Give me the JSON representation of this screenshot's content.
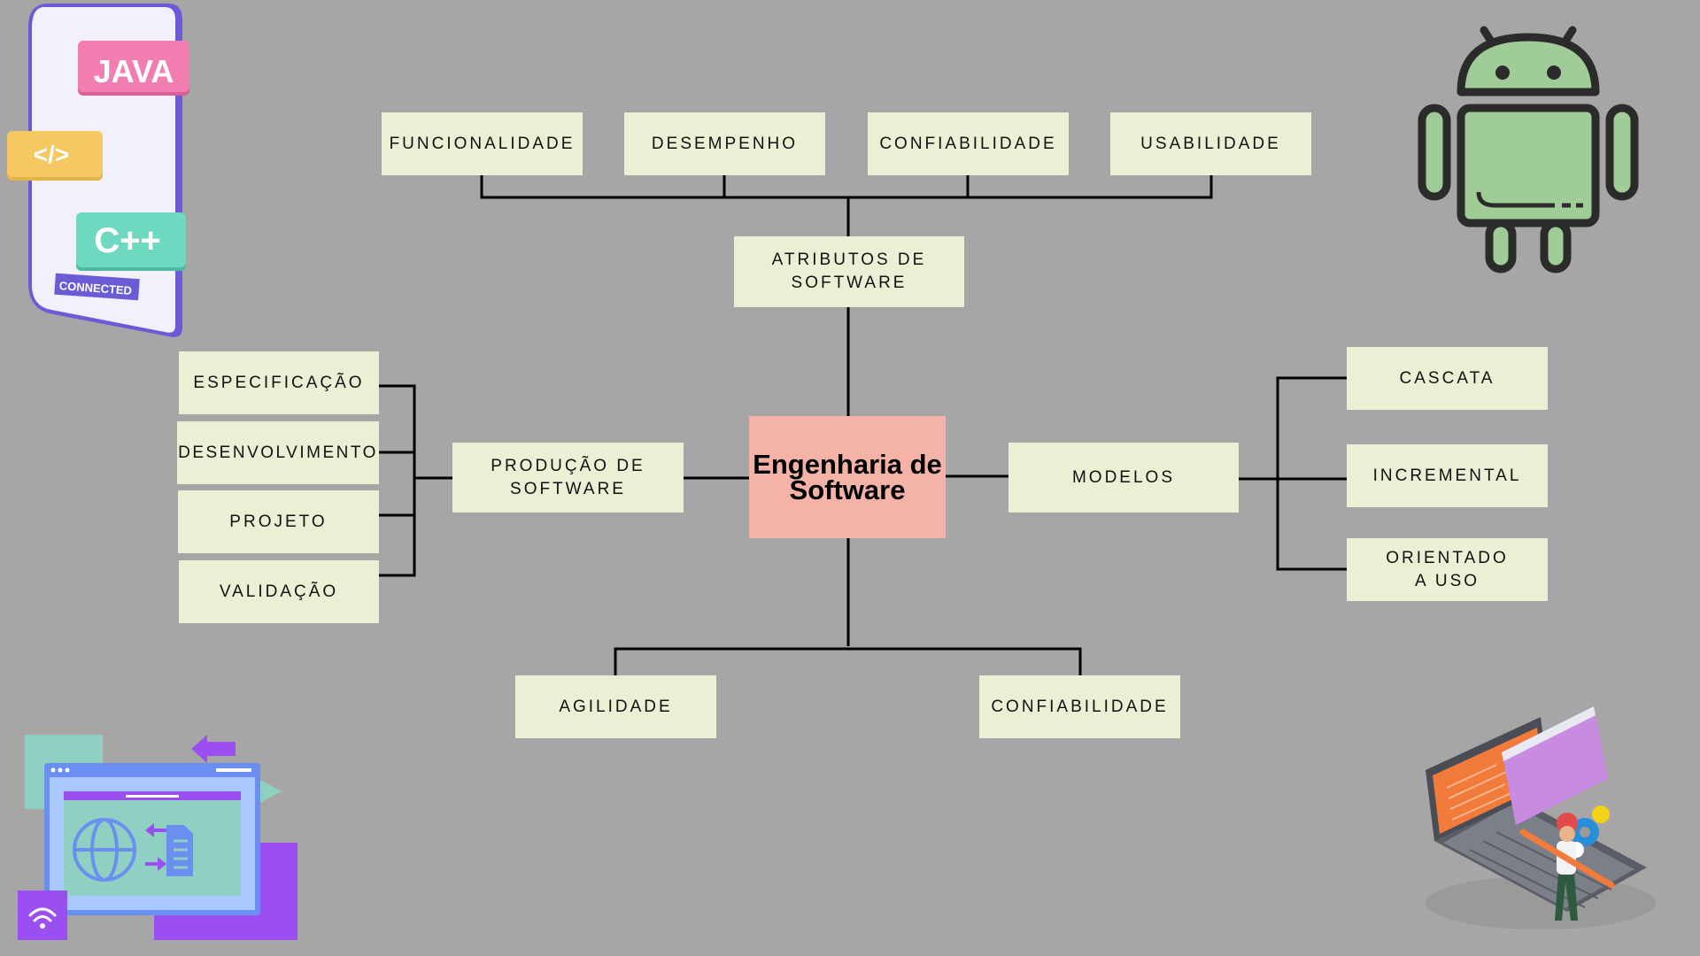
{
  "center": "Engenharia de Software",
  "atributos": {
    "title": "ATRIBUTOS DE SOFTWARE",
    "items": [
      "FUNCIONALIDADE",
      "DESEMPENHO",
      "CONFIABILIDADE",
      "USABILIDADE"
    ]
  },
  "producao": {
    "title": "PRODUÇÃO DE SOFTWARE",
    "items": [
      "ESPECIFICAÇÃO",
      "DESENVOLVIMENTO",
      "PROJETO",
      "VALIDAÇÃO"
    ]
  },
  "modelos": {
    "title": "MODELOS",
    "items": [
      "CASCATA",
      "INCREMENTAL",
      "ORIENTADO A USO"
    ]
  },
  "bottom": {
    "items": [
      "AGILIDADE",
      "CONFIABILIDADE"
    ]
  },
  "decor": {
    "phone_labels": [
      "JAVA",
      "</>",
      "C++",
      "CONNECTED"
    ],
    "icons": [
      "phone-code-illustration",
      "android-robot-icon",
      "web-browser-illustration",
      "developer-laptop-illustration"
    ],
    "colors": {
      "background": "#a6a6a6",
      "box": "#eaf0d3",
      "center": "#f4b3a6",
      "android": "#a0cd97"
    }
  }
}
